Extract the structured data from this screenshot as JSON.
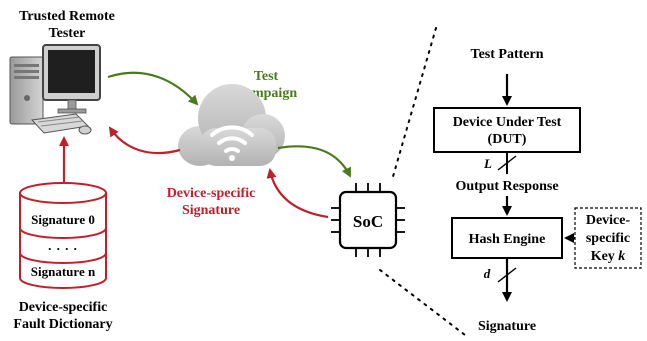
{
  "tester": {
    "line1": "Trusted Remote",
    "line2": "Tester"
  },
  "campaign": {
    "line1": "Test",
    "line2": "Campaign"
  },
  "signature_label": {
    "line1": "Device-specific",
    "line2": "Signature"
  },
  "dictionary": {
    "row0": "Signature 0",
    "dots": ". . . .",
    "rown": "Signature n",
    "line1": "Device-specific",
    "line2": "Fault Dictionary"
  },
  "soc": {
    "label": "SoC"
  },
  "flow": {
    "test_pattern": "Test Pattern",
    "dut_line1": "Device Under Test",
    "dut_line2": "(DUT)",
    "width_L": "L",
    "output_response": "Output Response",
    "hash_engine": "Hash Engine",
    "key_line1": "Device-",
    "key_line2": "specific",
    "key_line3_text": "Key ",
    "key_line3_var": "k",
    "width_d": "d",
    "signature": "Signature"
  },
  "colors": {
    "green": "#4a7a1c",
    "red": "#c0202a",
    "black": "#000000",
    "cloud_fill": "#c7c7c7"
  }
}
